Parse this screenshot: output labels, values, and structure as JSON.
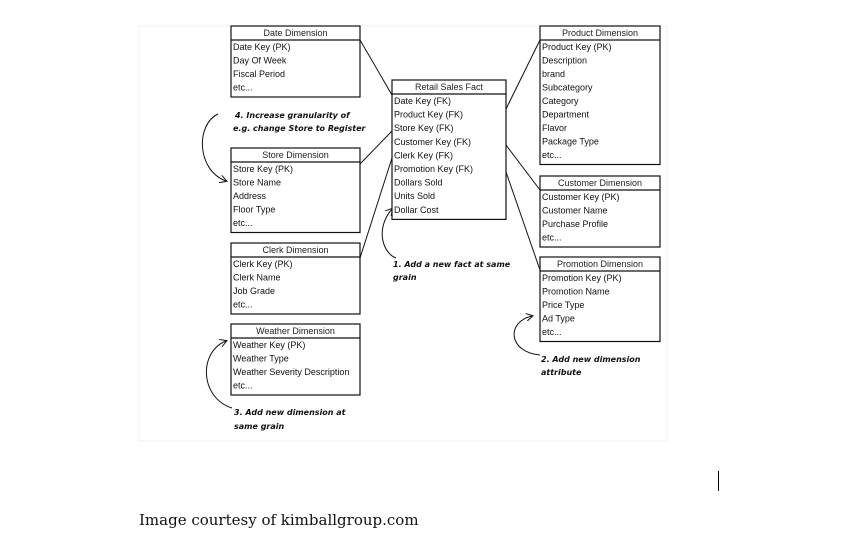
{
  "tables": [
    {
      "id": "date",
      "title": "Date Dimension",
      "fields": [
        "Date Key (PK)",
        "Day Of Week",
        "Fiscal Period",
        "etc..."
      ]
    },
    {
      "id": "store",
      "title": "Store Dimension",
      "fields": [
        "Store Key (PK)",
        "Store Name",
        "Address",
        "Floor Type",
        "etc..."
      ]
    },
    {
      "id": "clerk",
      "title": "Clerk Dimension",
      "fields": [
        "Clerk Key (PK)",
        "Clerk Name",
        "Job Grade",
        "etc..."
      ]
    },
    {
      "id": "weather",
      "title": "Weather Dimension",
      "fields": [
        "Weather Key (PK)",
        "Weather Type",
        "Weather Severity Description",
        "etc..."
      ]
    },
    {
      "id": "fact",
      "title": "Retail Sales Fact",
      "fields": [
        "Date Key (FK)",
        "Product Key (FK)",
        "Store Key (FK)",
        "Customer Key (FK)",
        "Clerk Key (FK)",
        "Promotion Key (FK)",
        "Dollars Sold",
        "Units Sold",
        "Dollar Cost"
      ]
    },
    {
      "id": "product",
      "title": "Product Dimension",
      "fields": [
        "Product Key (PK)",
        "Description",
        "brand",
        "Subcategory",
        "Category",
        "Department",
        "Flavor",
        "Package Type",
        "etc..."
      ]
    },
    {
      "id": "customer",
      "title": "Customer Dimension",
      "fields": [
        "Customer Key (PK)",
        "Customer Name",
        "Purchase Profile",
        "etc..."
      ]
    },
    {
      "id": "promotion",
      "title": "Promotion Dimension",
      "fields": [
        "Promotion Key (PK)",
        "Promotion Name",
        "Price Type",
        "Ad Type",
        "etc..."
      ]
    }
  ],
  "annotations": [
    {
      "id": "n4",
      "lines": [
        "4. Increase granularity of",
        "e.g. change Store to Register"
      ]
    },
    {
      "id": "n1",
      "lines": [
        "1. Add a new fact at same",
        "grain"
      ]
    },
    {
      "id": "n2",
      "lines": [
        "2. Add new dimension",
        "attribute"
      ]
    },
    {
      "id": "n3",
      "lines": [
        "3. Add new dimension at",
        "same grain"
      ]
    }
  ],
  "caption": "Image courtesy of kimballgroup.com"
}
